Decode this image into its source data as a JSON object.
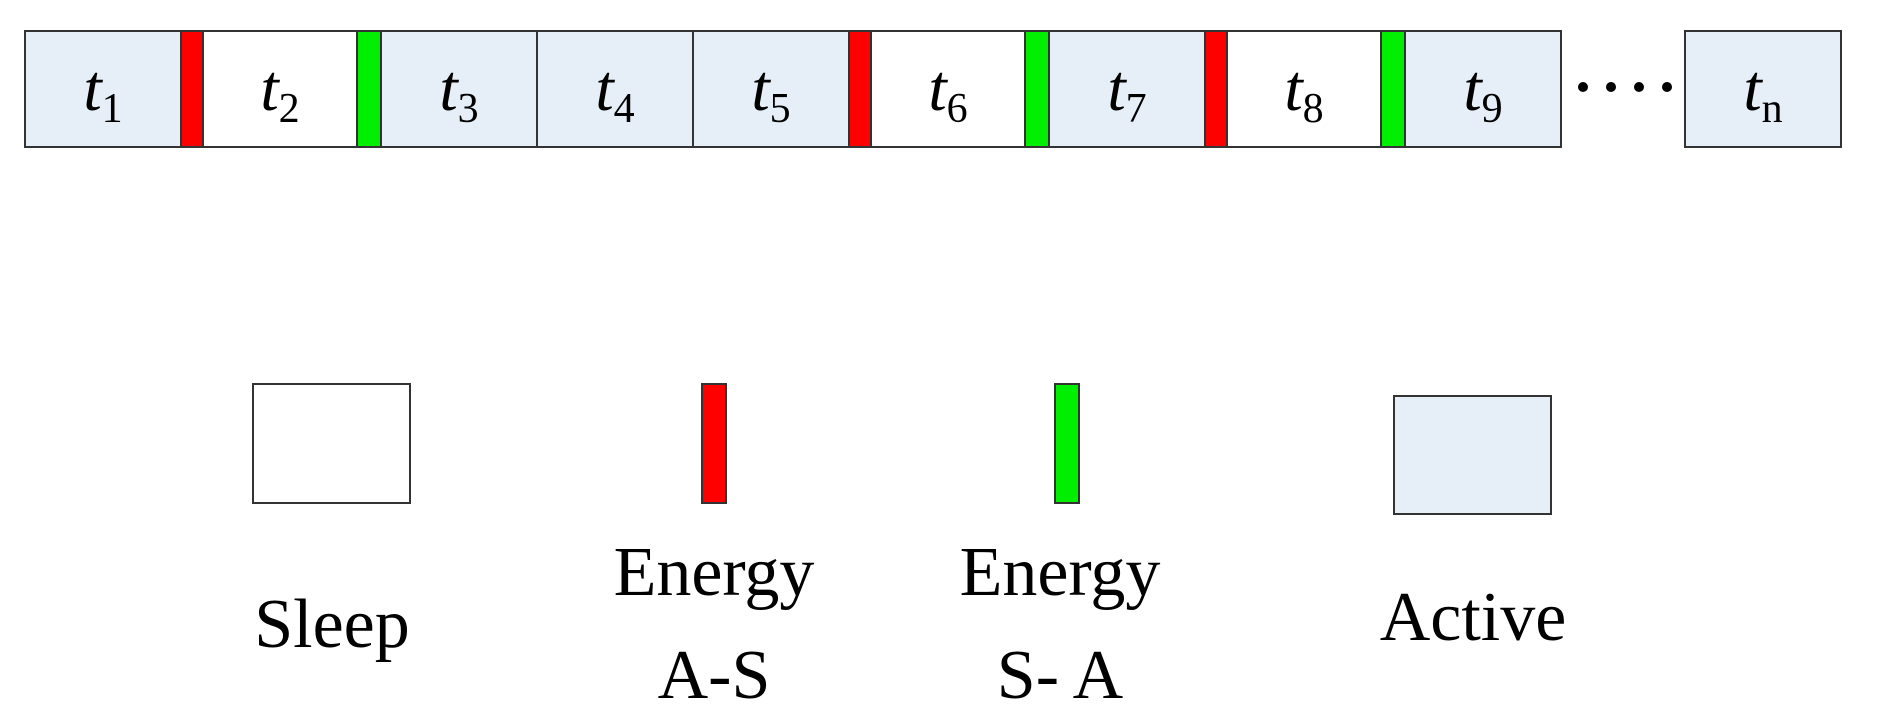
{
  "colors": {
    "sleep": "#ffffff",
    "active": "#e6eef7",
    "energy_as": "#ff0000",
    "energy_sa": "#00ee00",
    "border": "#333333"
  },
  "timeline": {
    "sequence": [
      {
        "kind": "active",
        "label": "t",
        "sub": "1"
      },
      {
        "kind": "energy_as"
      },
      {
        "kind": "sleep",
        "label": "t",
        "sub": "2"
      },
      {
        "kind": "energy_sa"
      },
      {
        "kind": "active",
        "label": "t",
        "sub": "3"
      },
      {
        "kind": "active",
        "label": "t",
        "sub": "4"
      },
      {
        "kind": "active",
        "label": "t",
        "sub": "5"
      },
      {
        "kind": "energy_as"
      },
      {
        "kind": "sleep",
        "label": "t",
        "sub": "6"
      },
      {
        "kind": "energy_sa"
      },
      {
        "kind": "active",
        "label": "t",
        "sub": "7"
      },
      {
        "kind": "energy_as"
      },
      {
        "kind": "sleep",
        "label": "t",
        "sub": "8"
      },
      {
        "kind": "energy_sa"
      },
      {
        "kind": "active",
        "label": "t",
        "sub": "9"
      },
      {
        "kind": "ellipsis"
      },
      {
        "kind": "active",
        "label": "t",
        "sub": "n"
      }
    ]
  },
  "legend": {
    "sleep": {
      "label": "Sleep"
    },
    "energy_as": {
      "line1": "Energy",
      "line2": "A-S"
    },
    "energy_sa": {
      "line1": "Energy",
      "line2": "S- A"
    },
    "active": {
      "label": "Active"
    }
  }
}
